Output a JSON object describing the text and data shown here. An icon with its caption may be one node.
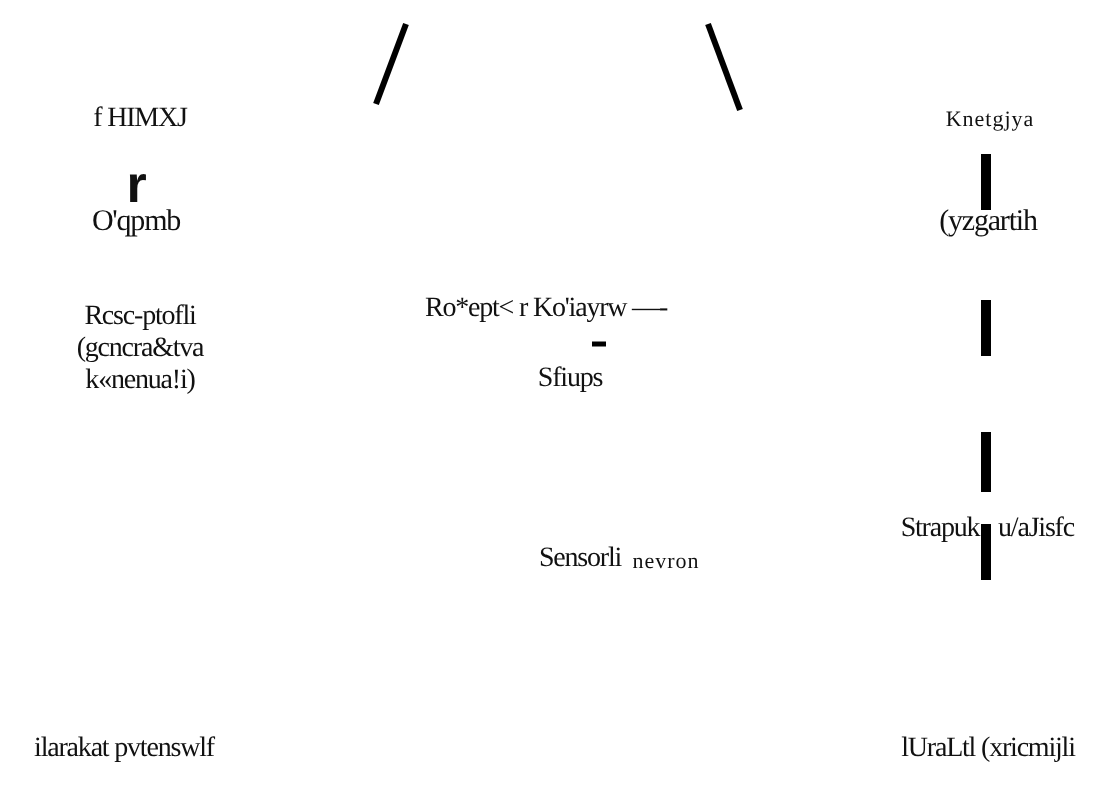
{
  "diagram": {
    "labels": [
      "f HIMXJ",
      "r",
      "O'qpmb",
      "Rcsc-ptofli",
      "(gcncra&tva",
      "k«nenua!i)",
      "Ro*ept< r Ko'iayrw —-",
      "Sfiups",
      "Knetgjya",
      "(yzgartih",
      "Strapuk",
      "u/aJisfc",
      "Sensorli",
      "nevron",
      "ilarakat pvtenswlf",
      "lUraLtl (xricmijli"
    ]
  }
}
